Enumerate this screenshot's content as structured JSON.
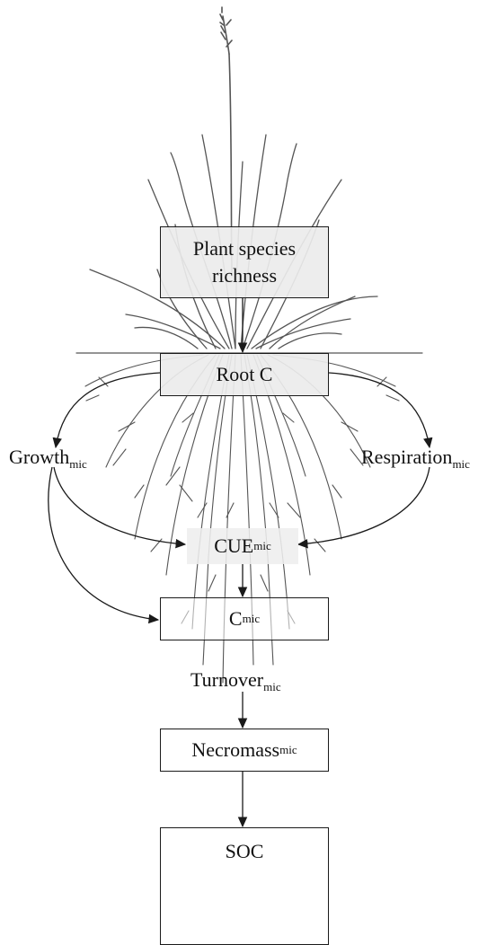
{
  "nodes": {
    "plant_richness": {
      "line1": "Plant species",
      "line2": "richness"
    },
    "root_c": {
      "label": "Root C"
    },
    "growth": {
      "base": "Growth",
      "sub": "mic"
    },
    "respiration": {
      "base": "Respiration",
      "sub": "mic"
    },
    "cue": {
      "base": "CUE",
      "sub": "mic"
    },
    "c_mic": {
      "base": "C",
      "sub": "mic"
    },
    "turnover": {
      "base": "Turnover",
      "sub": "mic"
    },
    "necromass": {
      "base": "Necromass",
      "sub": "mic"
    },
    "soc": {
      "label": "SOC"
    }
  },
  "edges": [
    {
      "from": "plant_richness",
      "to": "root_c"
    },
    {
      "from": "root_c",
      "to": "growth"
    },
    {
      "from": "root_c",
      "to": "respiration"
    },
    {
      "from": "growth",
      "to": "cue"
    },
    {
      "from": "respiration",
      "to": "cue"
    },
    {
      "from": "growth",
      "to": "c_mic"
    },
    {
      "from": "cue",
      "to": "c_mic"
    },
    {
      "from": "turnover",
      "to": "necromass"
    },
    {
      "from": "necromass",
      "to": "soc"
    }
  ],
  "illustration": {
    "subject": "grass-plant-with-root-system",
    "ink_color": "#555555"
  },
  "colors": {
    "box_fill": "#ececec",
    "line": "#1a1a1a"
  }
}
